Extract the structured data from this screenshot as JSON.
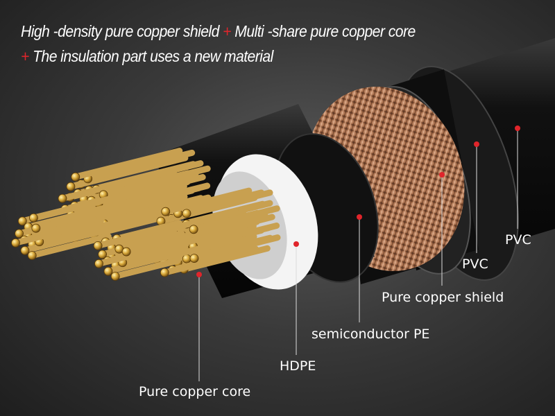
{
  "headline": {
    "line1_part1": "High -density pure copper shield",
    "plus1": "+",
    "line1_part2": "Multi -share pure copper core",
    "plus2": "+",
    "line2": "The insulation part uses a new material"
  },
  "labels": {
    "outer_pvc": "PVC",
    "inner_pvc": "PVC",
    "shield": "Pure copper shield",
    "semiconductor": "semiconductor PE",
    "hdpe": "HDPE",
    "core": "Pure copper core"
  },
  "colors": {
    "accent": "#e0252b",
    "copper": "#c8a050",
    "shield": "#b07a55"
  }
}
